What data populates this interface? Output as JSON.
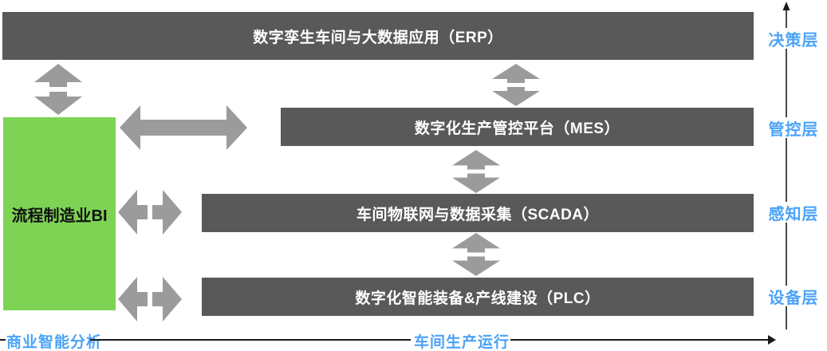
{
  "colors": {
    "bar": "#595959",
    "bar_text": "#ffffff",
    "green": "#7ED355",
    "green_text": "#111111",
    "arrow": "#9B9B9B",
    "blue": "#4BA3F7",
    "axis": "#1a1a1a"
  },
  "layers": [
    {
      "id": "erp",
      "label": "数字孪生车间与大数据应用（ERP）"
    },
    {
      "id": "mes",
      "label": "数字化生产管控平台（MES）"
    },
    {
      "id": "scada",
      "label": "车间物联网与数据采集（SCADA）"
    },
    {
      "id": "plc",
      "label": "数字化智能装备&产线建设（PLC）"
    }
  ],
  "bi_box": {
    "label": "流程制造业BI"
  },
  "right_axis": {
    "labels": [
      "决策层",
      "管控层",
      "感知层",
      "设备层"
    ]
  },
  "bottom_axis": {
    "left_label": "商业智能分析",
    "center_label": "车间生产运行"
  }
}
